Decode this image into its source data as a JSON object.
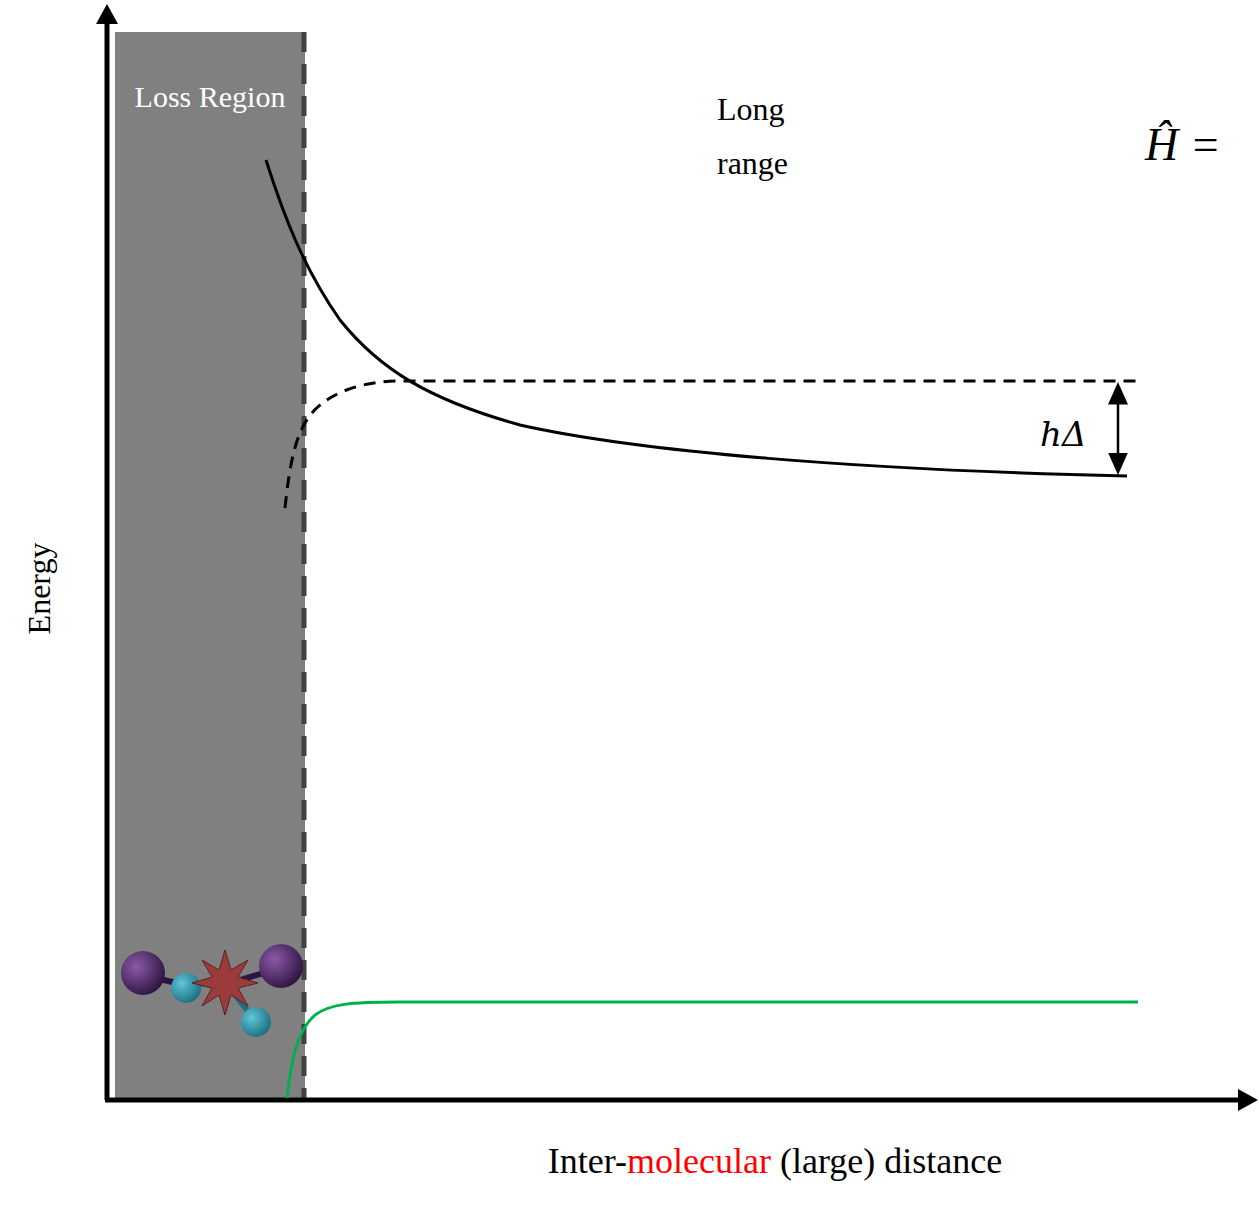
{
  "diagram": {
    "nodes": [
      {
        "text": [
          "Loss Region"
        ]
      }
    ],
    "labels": [
      "Long range",
      "Ĥ =",
      "hΔ",
      "Energy",
      "Inter-",
      "molecular",
      "(large) distance"
    ]
  }
}
